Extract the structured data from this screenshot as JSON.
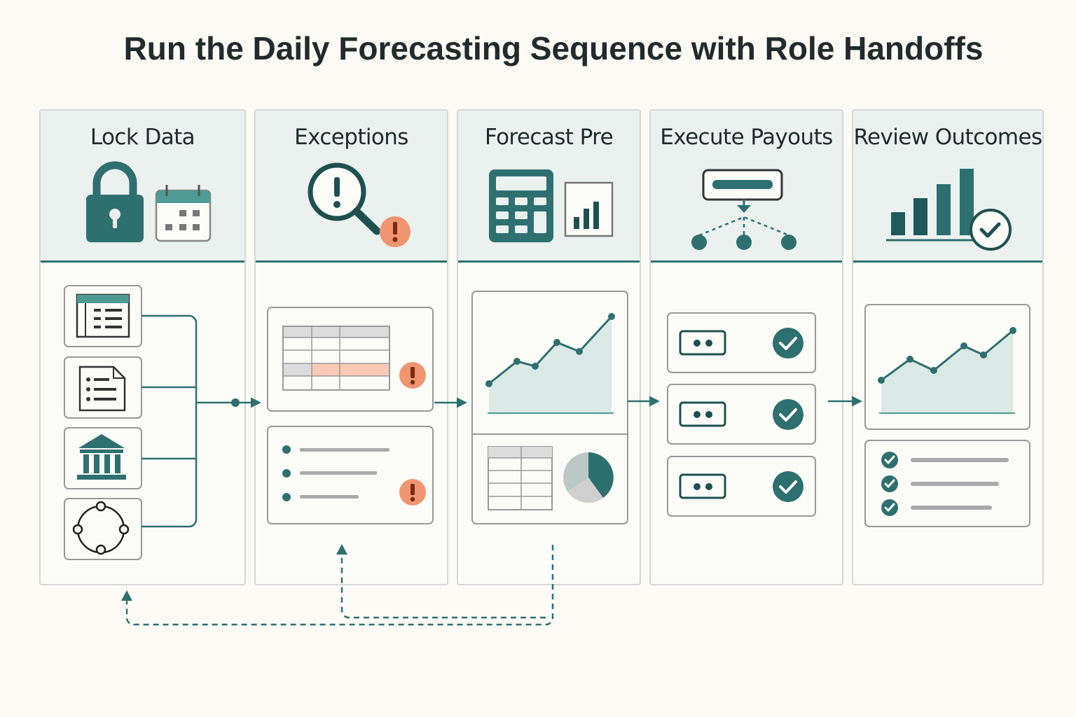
{
  "title": "Run the Daily Forecasting Sequence with Role Handoffs",
  "stages": [
    {
      "label": "Lock Data",
      "icon": "padlock-calendar-icon"
    },
    {
      "label": "Exceptions",
      "icon": "magnifier-alert-icon"
    },
    {
      "label": "Forecast Pre",
      "icon": "calculator-chart-icon"
    },
    {
      "label": "Execute Payouts",
      "icon": "distribution-icon"
    },
    {
      "label": "Review Outcomes",
      "icon": "bar-chart-check-icon"
    }
  ],
  "alert_glyph": "!",
  "colors": {
    "teal": "#2e7070",
    "teal_dark": "#286a6a",
    "teal_light": "#dbe9e6",
    "header_bg": "#eaf1ee",
    "alert": "#f0956f",
    "alert_highlight": "#f8c9b4",
    "border": "#d5d8d6",
    "grey": "#aaaaaa"
  }
}
